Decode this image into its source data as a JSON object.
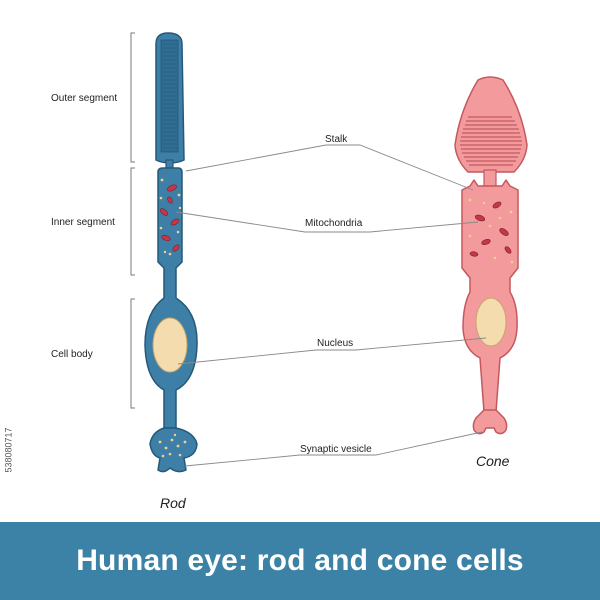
{
  "title": "Human eye: rod and cone cells",
  "side_id": "538080717",
  "brackets": {
    "outer_segment": "Outer segment",
    "inner_segment": "Inner segment",
    "cell_body": "Cell body"
  },
  "labels": {
    "stalk": "Stalk",
    "mitochondria": "Mitochondria",
    "nucleus": "Nucleus",
    "synaptic_vesicle": "Synaptic vesicle"
  },
  "cells": {
    "rod": "Rod",
    "cone": "Cone"
  },
  "colors": {
    "rod_fill": "#3d7fa6",
    "rod_stroke": "#25597a",
    "cone_fill": "#f29a9c",
    "cone_stroke": "#c4585e",
    "nucleus_fill": "#f5dcae",
    "mitochondria_fill": "#c2374a",
    "footer_bg": "#3b82a6"
  }
}
